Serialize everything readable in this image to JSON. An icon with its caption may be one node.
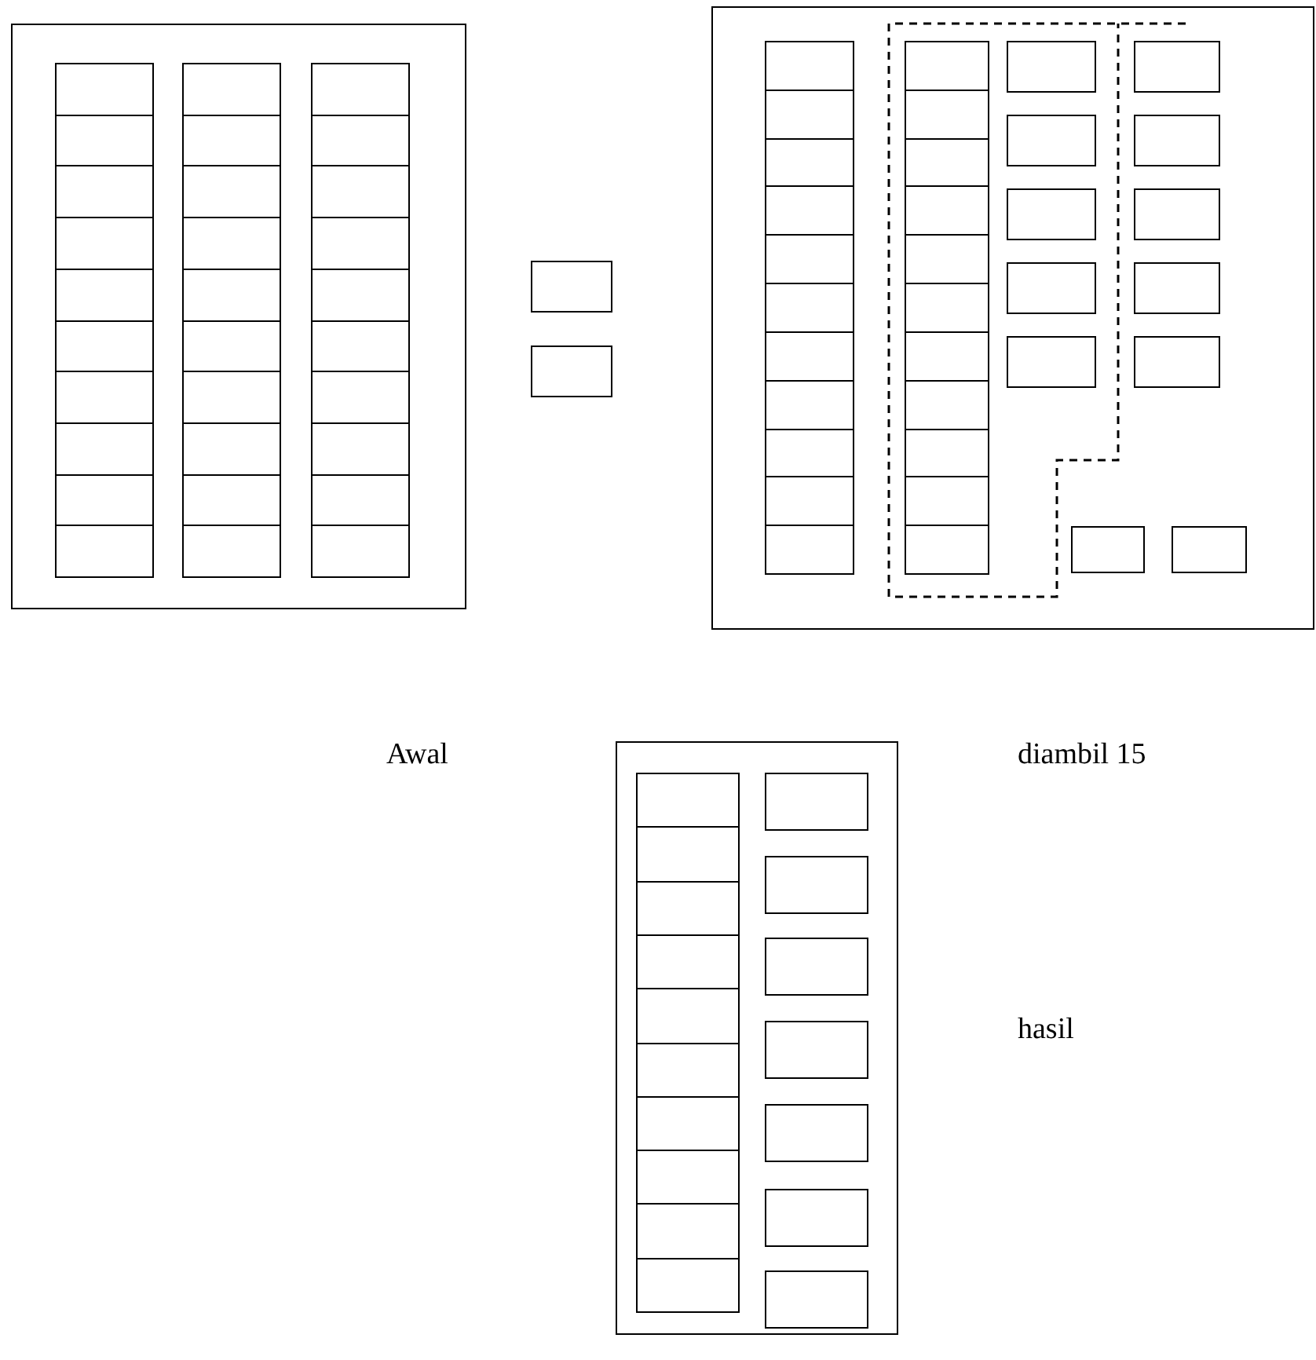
{
  "diagram": {
    "labels": [
      "Awal",
      "diambil 15",
      "hasil"
    ]
  }
}
